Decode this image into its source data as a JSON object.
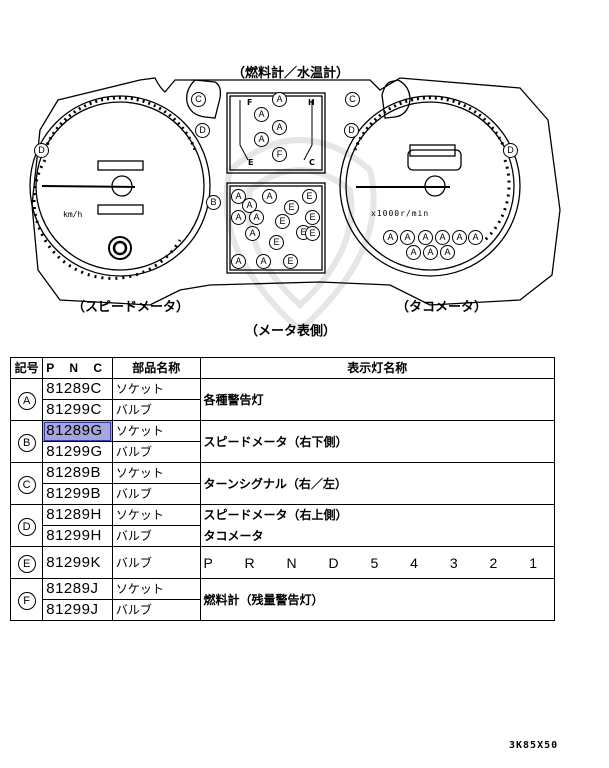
{
  "diagram": {
    "top_caption": "（燃料計／水温計）",
    "speedometer_caption": "（スピードメータ）",
    "tachometer_caption": "（タコメータ）",
    "bottom_caption": "（メータ表側）",
    "speed_unit": "km/h",
    "tach_unit": "x1000r/min",
    "fuel_gauge": {
      "f_label": "F",
      "e_label": "E",
      "h_label": "H",
      "c_label": "C"
    },
    "markers": {
      "A": "A",
      "B": "B",
      "C": "C",
      "D": "D",
      "E": "E",
      "F": "F"
    }
  },
  "table": {
    "headers": {
      "code": "記号",
      "pnc": "P N C",
      "part_name": "部品名称",
      "lamp_name": "表示灯名称"
    },
    "groups": [
      {
        "code": "A",
        "rows": [
          {
            "pnc": "81289C",
            "part": "ソケット"
          },
          {
            "pnc": "81299C",
            "part": "バルブ"
          }
        ],
        "lamp": [
          "各種警告灯"
        ]
      },
      {
        "code": "B",
        "rows": [
          {
            "pnc": "81289G",
            "part": "ソケット",
            "highlighted": true
          },
          {
            "pnc": "81299G",
            "part": "バルブ"
          }
        ],
        "lamp": [
          "スピードメータ（右下側）"
        ]
      },
      {
        "code": "C",
        "rows": [
          {
            "pnc": "81289B",
            "part": "ソケット"
          },
          {
            "pnc": "81299B",
            "part": "バルブ"
          }
        ],
        "lamp": [
          "ターンシグナル（右／左）"
        ]
      },
      {
        "code": "D",
        "rows": [
          {
            "pnc": "81289H",
            "part": "ソケット"
          },
          {
            "pnc": "81299H",
            "part": "バルブ"
          }
        ],
        "lamp": [
          "スピードメータ（右上側）",
          "タコメータ"
        ]
      },
      {
        "code": "E",
        "rows": [
          {
            "pnc": "81299K",
            "part": "バルブ"
          }
        ],
        "lamp": [
          "P R N D  5 4 3 2 1"
        ]
      },
      {
        "code": "F",
        "rows": [
          {
            "pnc": "81289J",
            "part": "ソケット"
          },
          {
            "pnc": "81299J",
            "part": "バルブ"
          }
        ],
        "lamp": [
          "燃料計（残量警告灯）"
        ]
      }
    ]
  },
  "highlight_color": "#a6a6de",
  "figure_code": "3K85X50"
}
